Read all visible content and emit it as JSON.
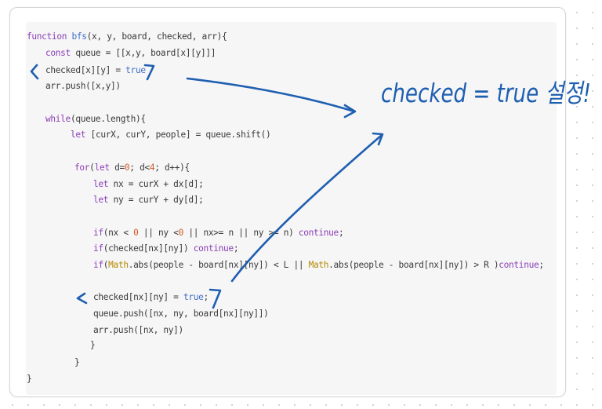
{
  "code": {
    "line1": {
      "kw": "function",
      "name": "bfs",
      "rest": "(x, y, board, checked, arr){"
    },
    "line2": {
      "kw": "const",
      "rest": " queue = [[x,y, board[x][y]]]"
    },
    "line3": {
      "pre": "checked[x][y] = ",
      "bool": "true"
    },
    "line4": {
      "text": "arr.push([x,y])"
    },
    "line5": {
      "kw": "while",
      "rest": "(queue.length){"
    },
    "line6": {
      "kw": "let",
      "rest": " [curX, curY, people] = queue.shift()"
    },
    "line7": {
      "kw": "for",
      "a": "(",
      "kw2": "let",
      "b": " d=",
      "n1": "0",
      "c": "; d<",
      "n2": "4",
      "d": "; d++){"
    },
    "line8": {
      "kw": "let",
      "rest": " nx = curX + dx[d];"
    },
    "line9": {
      "kw": "let",
      "rest": " ny = curY + dy[d];"
    },
    "line10": {
      "kw": "if",
      "a": "(nx < ",
      "n1": "0",
      "b": " || ny <",
      "n2": "0",
      "c": " || nx>= n || ny >= n) ",
      "kw2": "continue",
      "d": ";"
    },
    "line11": {
      "kw": "if",
      "a": "(checked[nx][ny]) ",
      "kw2": "continue",
      "b": ";"
    },
    "line12": {
      "kw": "if",
      "a": "(",
      "m1": "Math",
      "b": ".abs(people - board[nx][ny]) < L || ",
      "m2": "Math",
      "c": ".abs(people - board[nx][ny]) > R )",
      "kw2": "continue",
      "d": ";"
    },
    "line13": {
      "pre": "checked[nx][ny] = ",
      "bool": "true",
      "post": ";"
    },
    "line14": {
      "text": "queue.push([nx, ny, board[nx][ny]])"
    },
    "line15": {
      "text": "arr.push([nx, ny])"
    },
    "line16": {
      "text": "}"
    },
    "line17": {
      "text": "}"
    },
    "line18": {
      "text": "}"
    }
  },
  "annotation": {
    "note": "checked = true 설정!",
    "color": "#1f5fb0"
  }
}
